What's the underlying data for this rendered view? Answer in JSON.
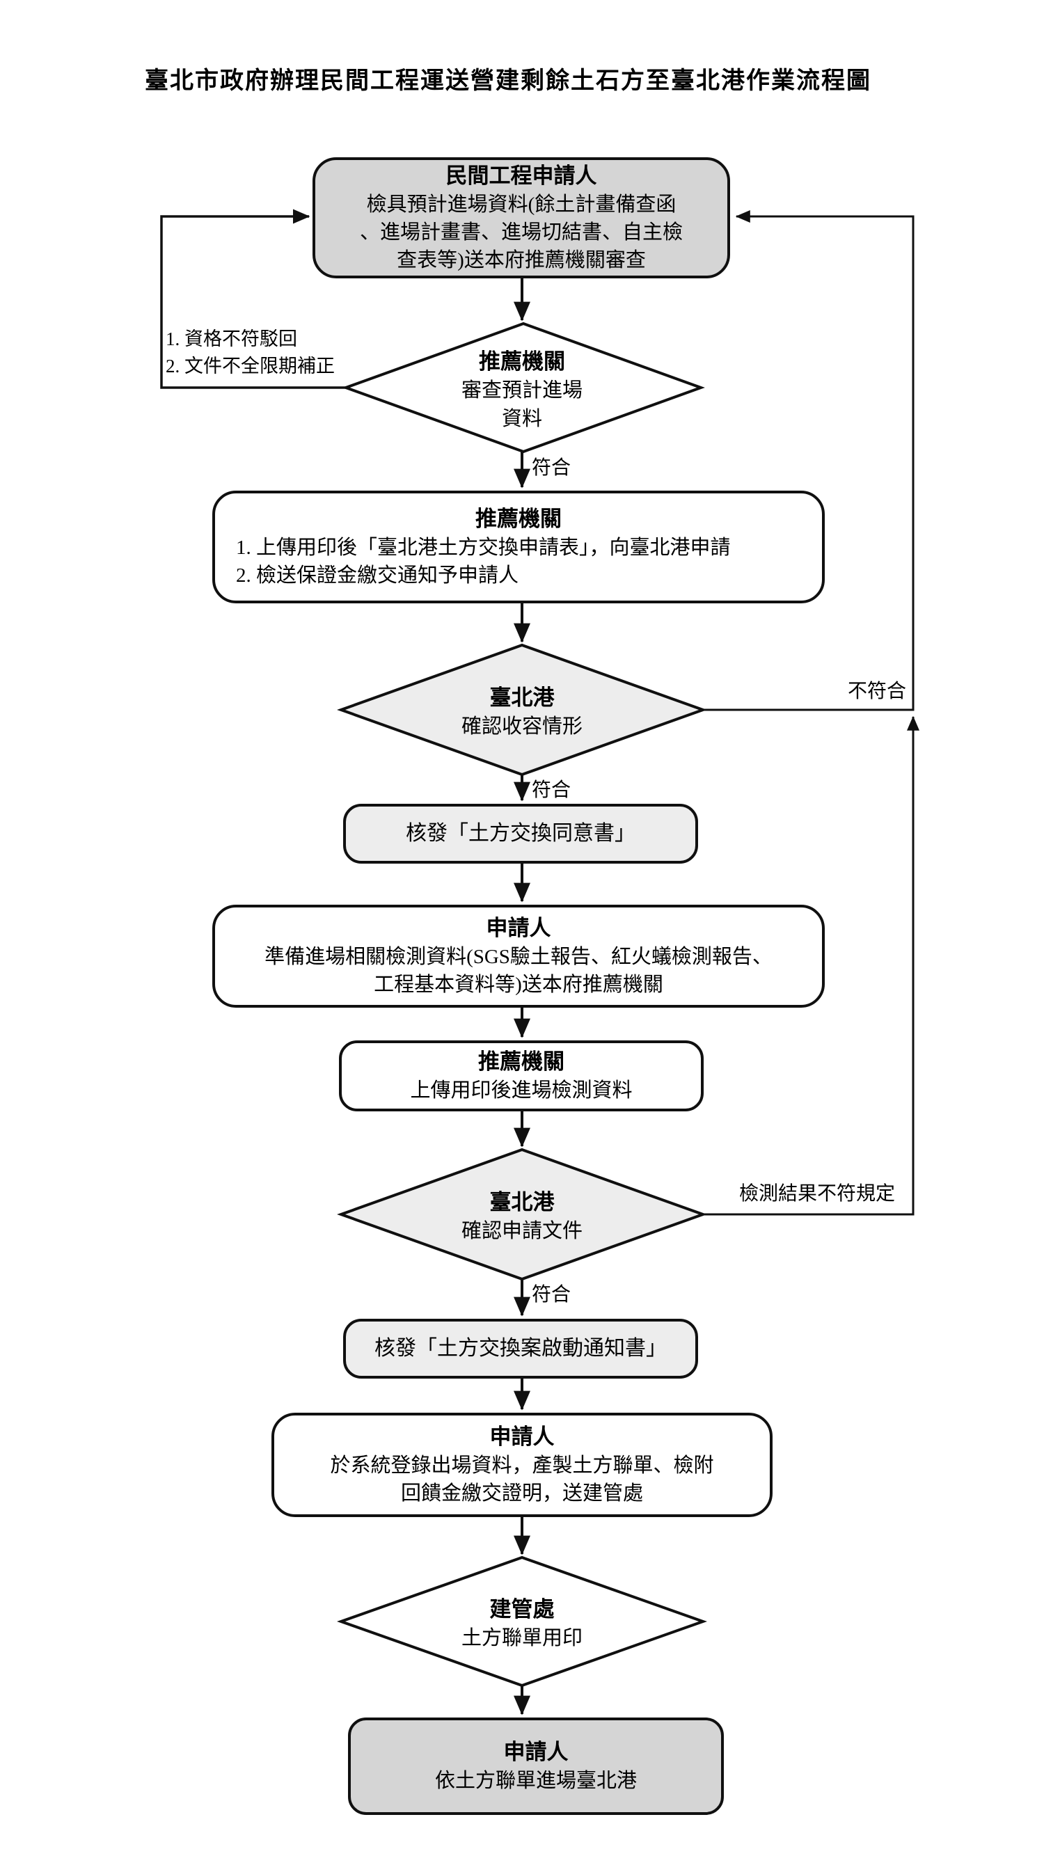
{
  "title": "臺北市政府辦理民間工程運送營建剩餘土石方至臺北港作業流程圖",
  "nodes": {
    "box1": {
      "header": "民間工程申請人",
      "lines": [
        "檢具預計進場資料(餘土計畫備查函",
        "、進場計畫書、進場切結書、自主檢",
        "查表等)送本府推薦機關審查"
      ]
    },
    "decision1": {
      "header": "推薦機關",
      "lines": [
        "審查預計進場",
        "資料"
      ]
    },
    "box2": {
      "header": "推薦機關",
      "lines": [
        "1. 上傳用印後「臺北港土方交換申請表」，向臺北港申請",
        "2. 檢送保證金繳交通知予申請人"
      ]
    },
    "decision2": {
      "header": "臺北港",
      "lines": [
        "確認收容情形"
      ]
    },
    "box3": {
      "label": "核發「土方交換同意書」"
    },
    "box4": {
      "header": "申請人",
      "lines": [
        "準備進場相關檢測資料(SGS驗土報告、紅火蟻檢測報告、",
        "工程基本資料等)送本府推薦機關"
      ]
    },
    "box5": {
      "header": "推薦機關",
      "lines": [
        "上傳用印後進場檢測資料"
      ]
    },
    "decision3": {
      "header": "臺北港",
      "lines": [
        "確認申請文件"
      ]
    },
    "box6": {
      "label": "核發「土方交換案啟動通知書」"
    },
    "box7": {
      "header": "申請人",
      "lines": [
        "於系統登錄出場資料，產製土方聯單、檢附",
        "回饋金繳交證明，送建管處"
      ]
    },
    "decision4": {
      "header": "建管處",
      "lines": [
        "土方聯單用印"
      ]
    },
    "box8": {
      "header": "申請人",
      "lines": [
        "依土方聯單進場臺北港"
      ]
    }
  },
  "edge_labels": {
    "pass1": "符合",
    "pass2": "符合",
    "pass3": "符合",
    "fail_review": "不符合",
    "fail_test": "檢測結果不符規定",
    "left_note_line1": "1. 資格不符駁回",
    "left_note_line2": "2. 文件不全限期補正"
  },
  "colors": {
    "node_dark_gray": "#d5d5d5",
    "node_light_gray": "#ededed",
    "node_white": "#ffffff",
    "line_black": "#101010"
  }
}
